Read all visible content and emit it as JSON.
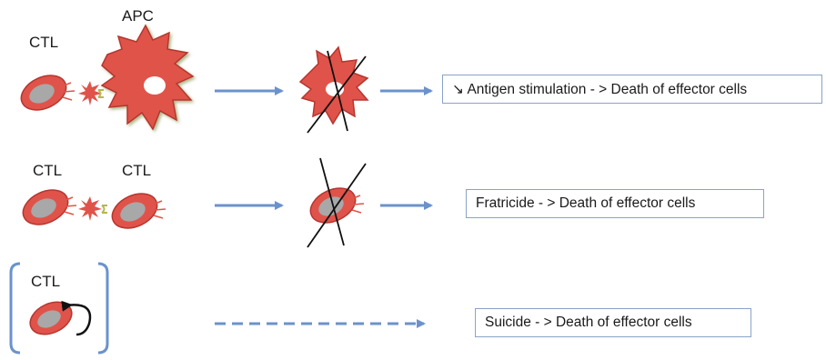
{
  "labels": {
    "apc": "APC",
    "ctl_row1": "CTL",
    "ctl_row2_left": "CTL",
    "ctl_row2_right": "CTL",
    "ctl_row3": "CTL"
  },
  "outcomes": {
    "antigen_stimulation": "↘ Antigen stimulation - > Death of effector cells",
    "fratricide": "Fratricide - > Death of effector cells",
    "suicide": "Suicide - > Death of effector cells"
  },
  "colors": {
    "cell_fill": "#e0534a",
    "cell_nucleus": "#a8a8a8",
    "arrow": "#6b92cc",
    "box_border": "#8aa2c8",
    "bracket": "#6b92cc"
  }
}
